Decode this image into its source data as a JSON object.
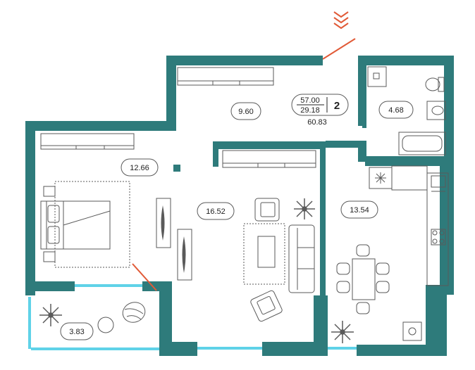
{
  "colors": {
    "wall": "#2e7b7b",
    "window": "#5fd2e8",
    "accent": "#e15a37",
    "text": "#222222",
    "furniture": "#5a5a5a"
  },
  "summary": {
    "living_area": "57.00",
    "kitchen_area": "29.18",
    "total_area": "60.83",
    "rooms_count": "2"
  },
  "rooms": {
    "hall": "9.60",
    "bathroom": "4.68",
    "bedroom": "12.66",
    "living_room": "16.52",
    "kitchen": "13.54",
    "balcony": "3.83"
  },
  "icons": {
    "entrance": "double-chevron-down-icon"
  }
}
